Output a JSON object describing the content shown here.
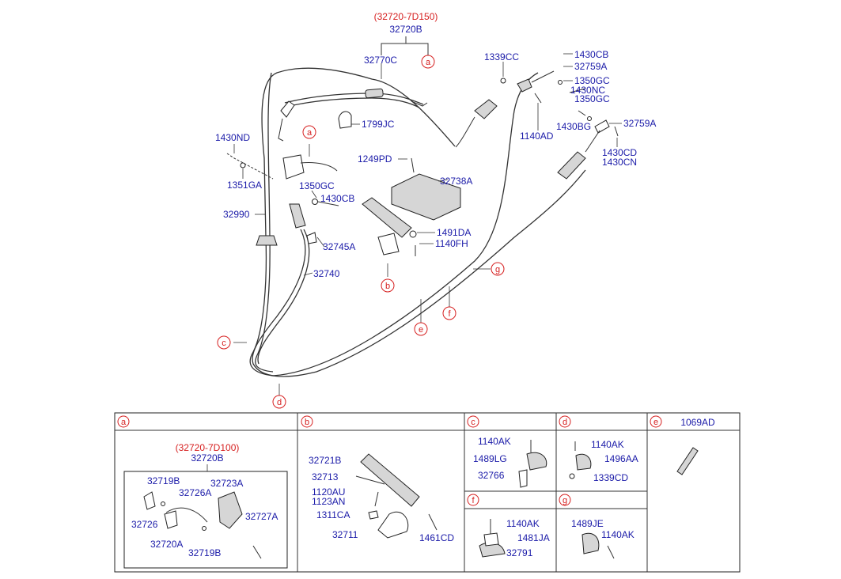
{
  "main": {
    "header_red": "(32720-7D150)",
    "header": "32720B",
    "labels": {
      "l32770C": "32770C",
      "l1799JC": "1799JC",
      "l1430ND": "1430ND",
      "l1351GA": "1351GA",
      "l32990": "32990",
      "l1350GC": "1350GC",
      "l1430CB": "1430CB",
      "l32745A": "32745A",
      "l32740": "32740",
      "l1249PD": "1249PD",
      "l32738A": "32738A",
      "l1491DA": "1491DA",
      "l1140FH": "1140FH",
      "l1339CC": "1339CC",
      "r1430CB": "1430CB",
      "r32759A_1": "32759A",
      "r1350GC_1": "1350GC",
      "r1430NC": "1430NC",
      "r1350GC_2": "1350GC",
      "r1140AD": "1140AD",
      "r1430BG": "1430BG",
      "r32759A_2": "32759A",
      "r1430CD": "1430CD",
      "r1430CN": "1430CN"
    },
    "callouts": [
      "a",
      "a",
      "b",
      "c",
      "d",
      "e",
      "f",
      "g"
    ]
  },
  "panels": {
    "a": {
      "letter": "a",
      "header_red": "(32720-7D100)",
      "header": "32720B",
      "labels": [
        "32719B",
        "32723A",
        "32726A",
        "32726",
        "32727A",
        "32720A",
        "32719B"
      ]
    },
    "b": {
      "letter": "b",
      "labels": [
        "32721B",
        "32713",
        "1120AU",
        "1123AN",
        "1311CA",
        "32711",
        "1461CD"
      ]
    },
    "c": {
      "letter": "c",
      "labels": [
        "1140AK",
        "1489LG",
        "32766"
      ]
    },
    "d": {
      "letter": "d",
      "labels": [
        "1140AK",
        "1496AA",
        "1339CD"
      ]
    },
    "e": {
      "letter": "e",
      "title": "1069AD"
    },
    "f": {
      "letter": "f",
      "labels": [
        "1140AK",
        "1481JA",
        "32791"
      ]
    },
    "g": {
      "letter": "g",
      "labels": [
        "1489JE",
        "1140AK"
      ]
    }
  }
}
